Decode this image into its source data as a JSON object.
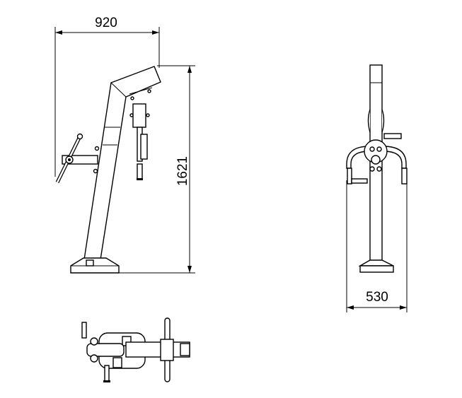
{
  "drawing": {
    "views": [
      "side-view",
      "front-view",
      "top-view"
    ],
    "dimensions": {
      "width_side": "920",
      "height": "1621",
      "width_front": "530"
    },
    "units": "mm",
    "line_color": "#000000",
    "background": "#ffffff"
  }
}
